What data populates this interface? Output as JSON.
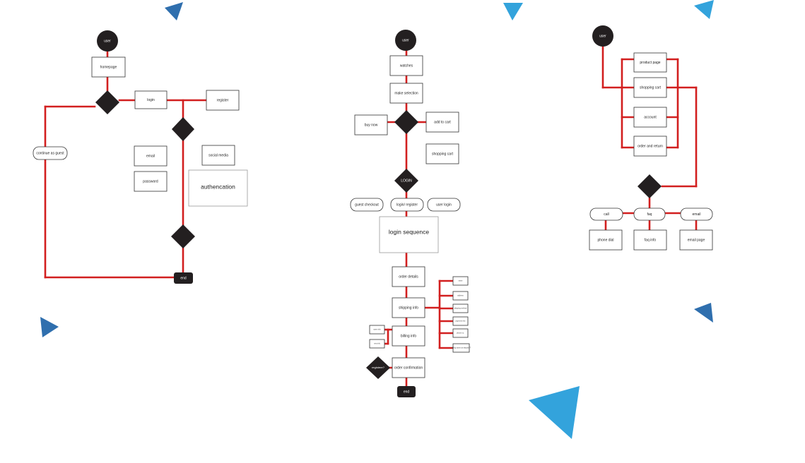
{
  "colors": {
    "connector": "#d21f1f",
    "node_dark": "#231f20",
    "triangle_dark": "#2f6fae",
    "triangle_light": "#33a3dc"
  },
  "flow1": {
    "start": "user",
    "homepage": "homepage",
    "login": "login",
    "register": "register",
    "guest": "continue as guest",
    "email": "email",
    "password": "password",
    "social": "social media",
    "auth": "authencation",
    "end": "end"
  },
  "flow2": {
    "start": "user",
    "watches": "watches",
    "make_selection": "make selection",
    "buy_now": "buy now",
    "add_to_cart": "add to cart",
    "shopping_cart": "shopping cart",
    "login_diamond": "LOGIN",
    "guest_checkout": "guest checkout",
    "login_register": "login/ register",
    "user_login": "user login",
    "login_sequence": "login sequence",
    "order_details": "order details",
    "shipping_info": "shipping info",
    "billing_info": "billing info",
    "registere": "registere?",
    "order_confirmation": "order confirmation",
    "end": "end",
    "shipping_fields": [
      "name",
      "address",
      "shipping method",
      "payment info",
      "phone no.",
      "billing same as shipping?"
    ],
    "billing_fields": [
      "same info",
      "new info"
    ]
  },
  "flow3": {
    "start": "user",
    "product_page": "product page",
    "shopping_cart": "shopping cart",
    "account": "account",
    "order_return": "order and return",
    "call": "call",
    "faq": "faq",
    "email": "email",
    "phone_dial": "phone dial",
    "faq_info": "faq info",
    "email_page": "email page"
  }
}
